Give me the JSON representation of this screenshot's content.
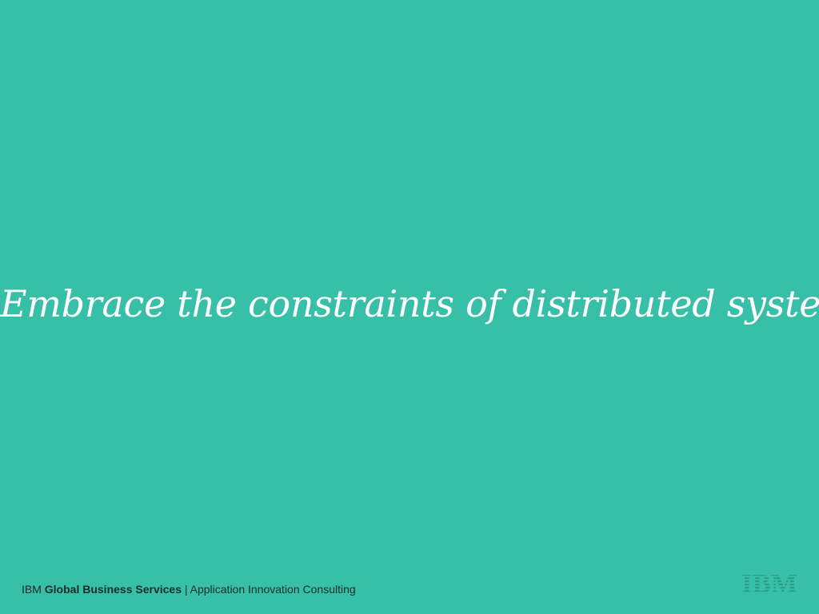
{
  "slide": {
    "background_color": "#38bfa7",
    "headline": "Embrace the constraints of distributed systems!",
    "headline_color": "#ffffff"
  },
  "footer": {
    "company": "IBM",
    "division": "Global Business Services",
    "separator": "|",
    "practice": "Application Innovation Consulting",
    "text_color": "#1b2d29"
  },
  "logo": {
    "text": "IBM",
    "icon": "ibm-striped-logo",
    "color": "#2a9e89"
  }
}
